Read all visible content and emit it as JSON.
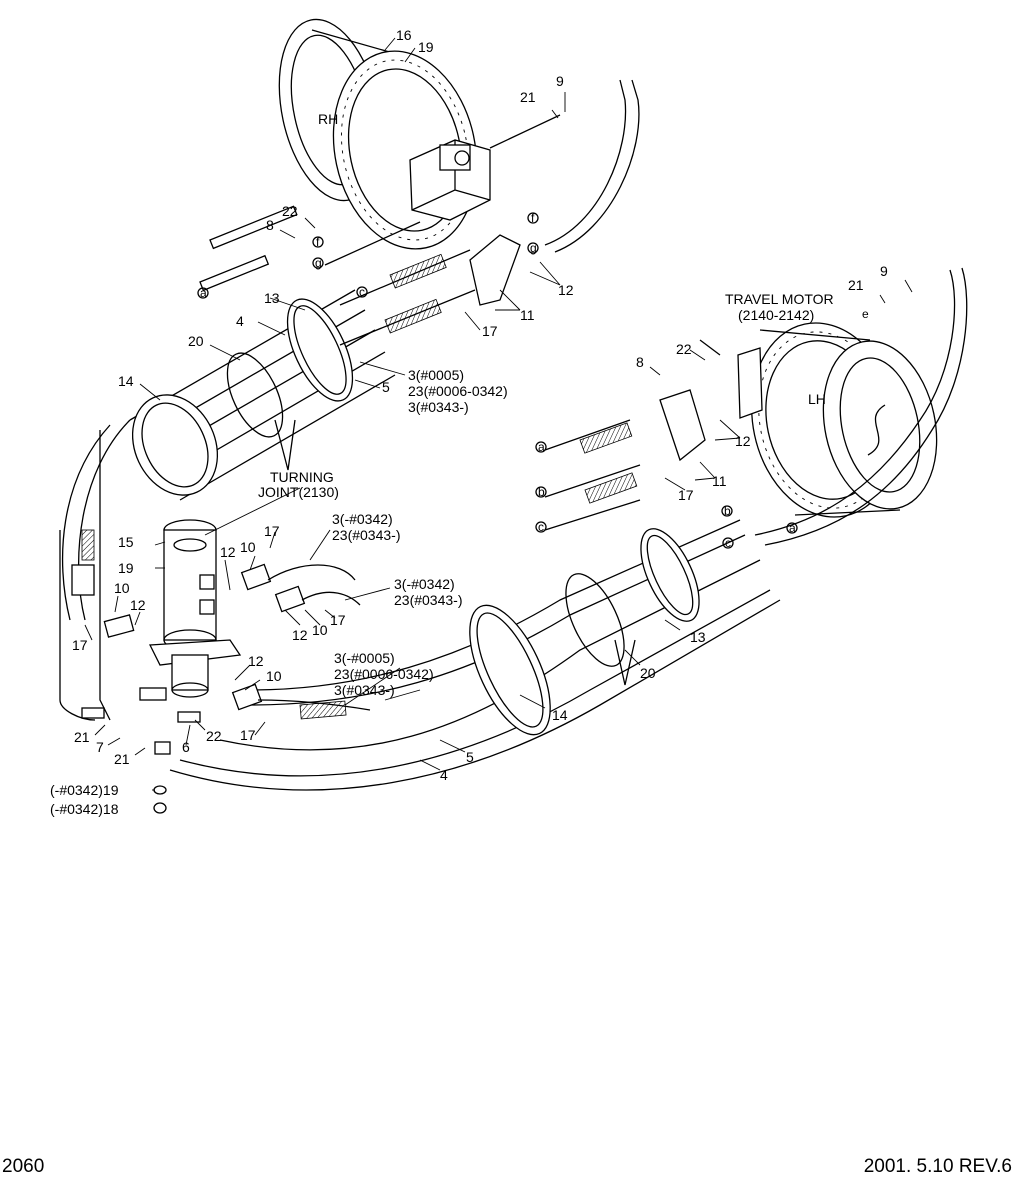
{
  "labels": {
    "rh": "RH",
    "lh": "LH",
    "travel_motor_title": "TRAVEL MOTOR",
    "travel_motor_ref": "(2140-2142)",
    "turning_joint_title": "TURNING",
    "turning_joint_ref": "JOINT(2130)",
    "n16": "16",
    "n19_top": "19",
    "n9_top": "9",
    "n21_top": "21",
    "n22_top": "22",
    "n8_top": "8",
    "n12_top": "12",
    "n11_top": "11",
    "n17_top": "17",
    "n13_top": "13",
    "n4_top": "4",
    "n20_top": "20",
    "n14_top": "14",
    "n5_top": "5",
    "grp1_a": "3(#0005)",
    "grp1_b": "23(#0006-0342)",
    "grp1_c": "3(#0343-)",
    "n9_right": "9",
    "n21_right": "21",
    "n22_right": "22",
    "n8_right": "8",
    "n12_right": "12",
    "n11_right": "11",
    "n17_right": "17",
    "grp2_a": "3(-#0342)",
    "grp2_b": "23(#0343-)",
    "grp3_a": "3(-#0342)",
    "grp3_b": "23(#0343-)",
    "n17_mid": "17",
    "n15": "15",
    "n19_mid": "19",
    "n12_midA": "12",
    "n10_midA": "10",
    "n10_left": "10",
    "n12_left": "12",
    "n17_left": "17",
    "n12_midB": "12",
    "n10_midB": "10",
    "n17_midB": "17",
    "n13_bottom": "13",
    "n20_bottom": "20",
    "grp4_a": "3(-#0005)",
    "grp4_b": "23(#0006-0342)",
    "grp4_c": "3(#0343-)",
    "n12_bot": "12",
    "n10_bot": "10",
    "n22_bot": "22",
    "n17_bot": "17",
    "n14_bottom": "14",
    "n5_bottom": "5",
    "n4_bottom": "4",
    "n21_left": "21",
    "n7": "7",
    "n21_left2": "21",
    "n6": "6",
    "n19_bot": "(-#0342)19",
    "n18_bot": "(-#0342)18",
    "conn_a": "a",
    "conn_b": "b",
    "conn_c": "c",
    "conn_e": "e",
    "conn_f": "f",
    "conn_g": "g"
  },
  "footer": {
    "page_number": "2060",
    "revision": "2001. 5.10  REV.6"
  }
}
